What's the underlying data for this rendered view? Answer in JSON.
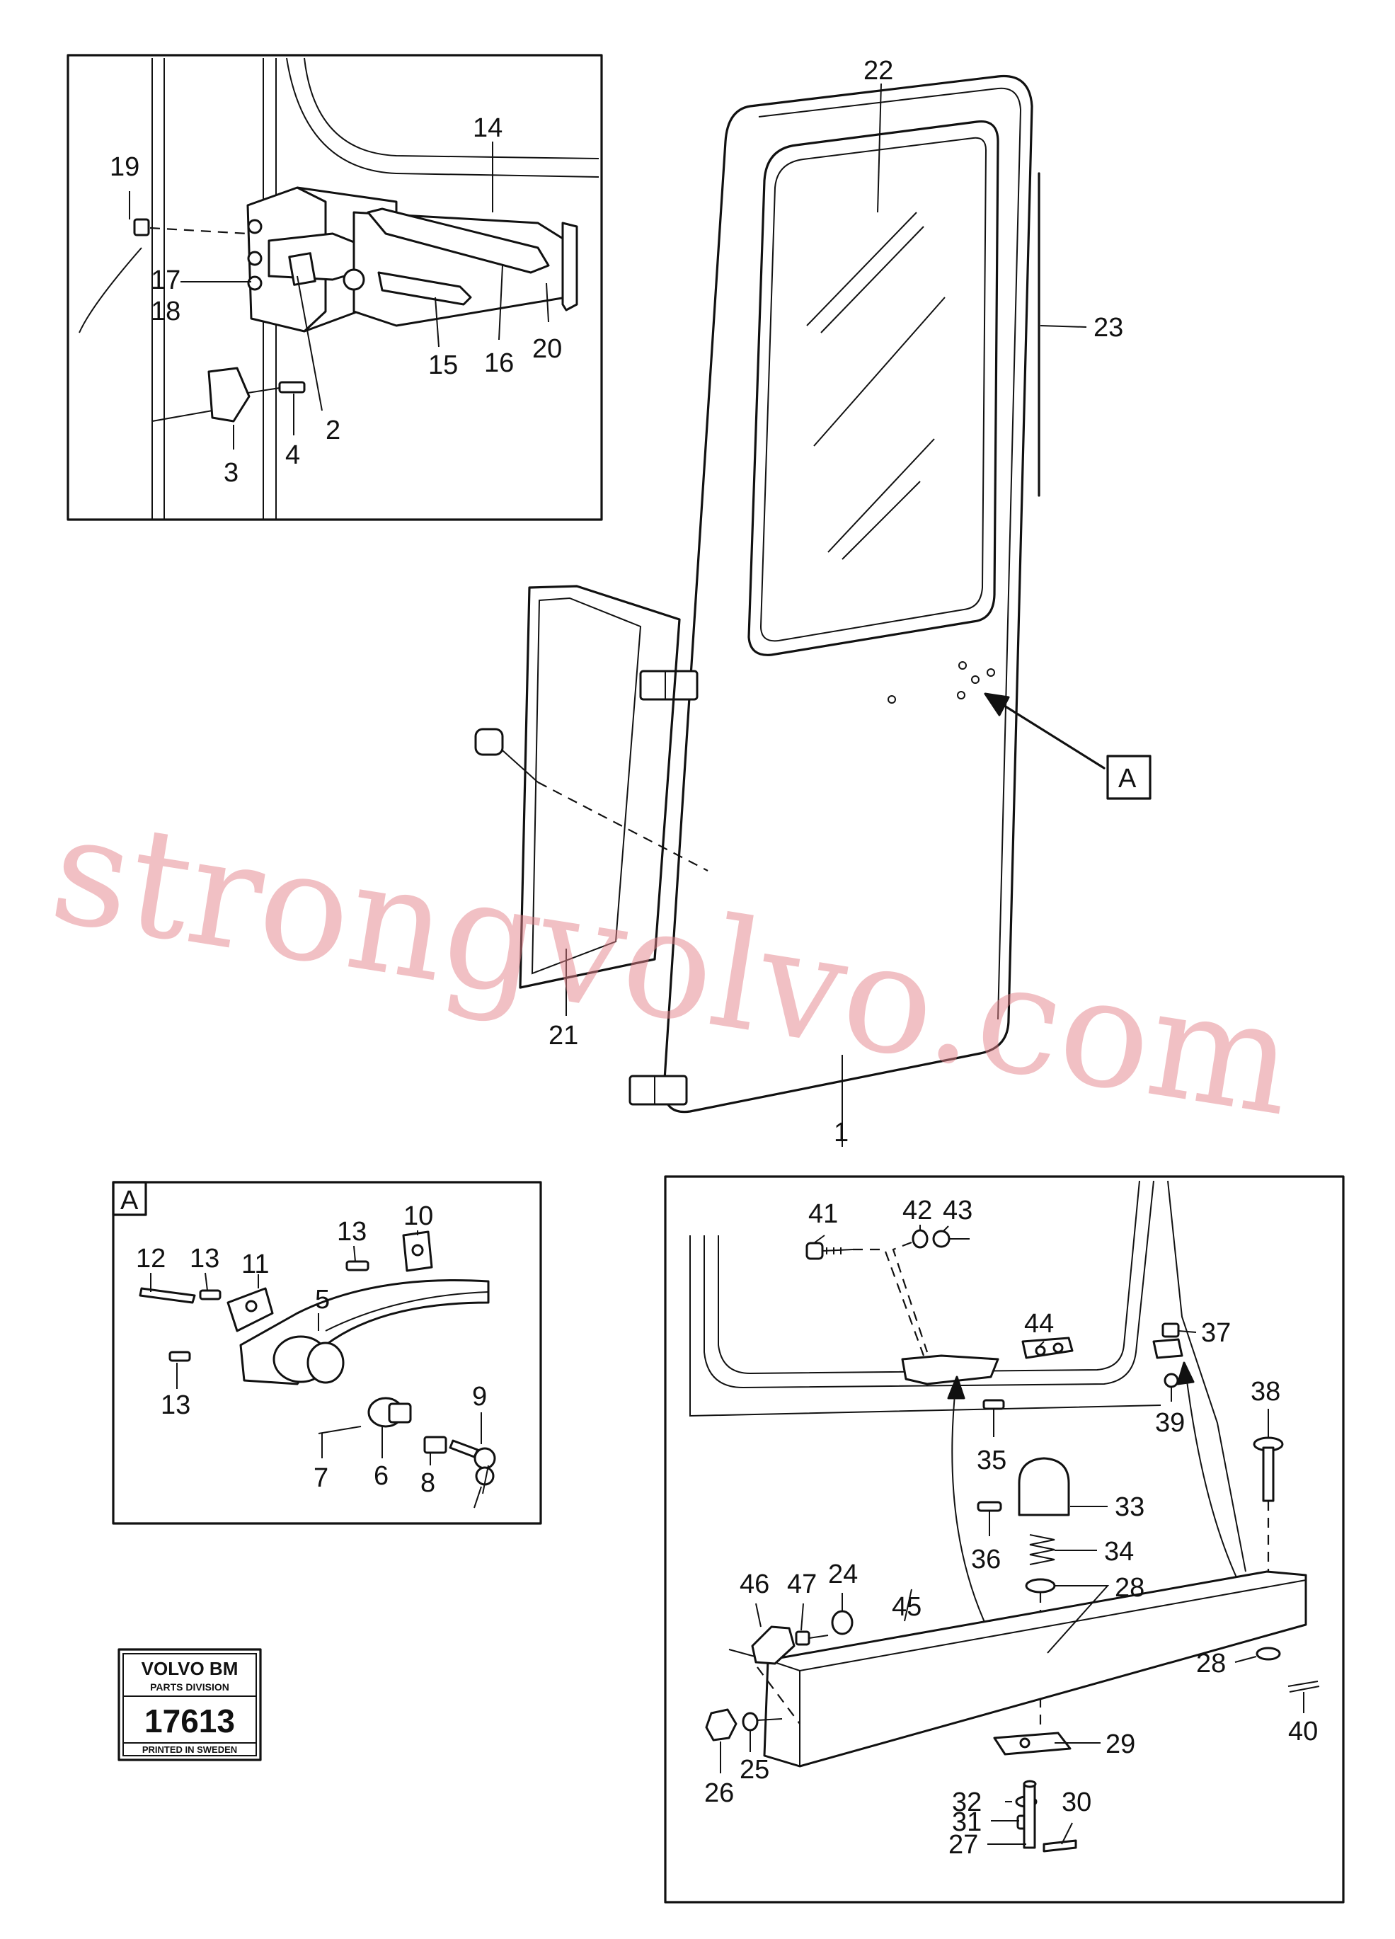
{
  "watermark": "strongvolvo.com",
  "badge": {
    "brand": "VOLVO BM",
    "division": "PARTS DIVISION",
    "number": "17613",
    "printed": "PRINTED IN SWEDEN"
  },
  "view_a_letter": "A",
  "callout_letter": "A",
  "labels": {
    "l1": "1",
    "l2": "2",
    "l3": "3",
    "l4": "4",
    "l5": "5",
    "l6": "6",
    "l7": "7",
    "l8": "8",
    "l9": "9",
    "l10": "10",
    "l11": "11",
    "l12": "12",
    "l13a": "13",
    "l13b": "13",
    "l13c": "13",
    "l14": "14",
    "l15": "15",
    "l16": "16",
    "l17": "17",
    "l18": "18",
    "l19": "19",
    "l20": "20",
    "l21": "21",
    "l22": "22",
    "l23": "23",
    "l24": "24",
    "l25": "25",
    "l26": "26",
    "l27": "27",
    "l28a": "28",
    "l28b": "28",
    "l29": "29",
    "l30": "30",
    "l31": "31",
    "l32": "32",
    "l33": "33",
    "l34": "34",
    "l35": "35",
    "l36": "36",
    "l37": "37",
    "l38": "38",
    "l39": "39",
    "l40": "40",
    "l41": "41",
    "l42": "42",
    "l43": "43",
    "l44": "44",
    "l45": "45",
    "l46": "46",
    "l47": "47"
  }
}
